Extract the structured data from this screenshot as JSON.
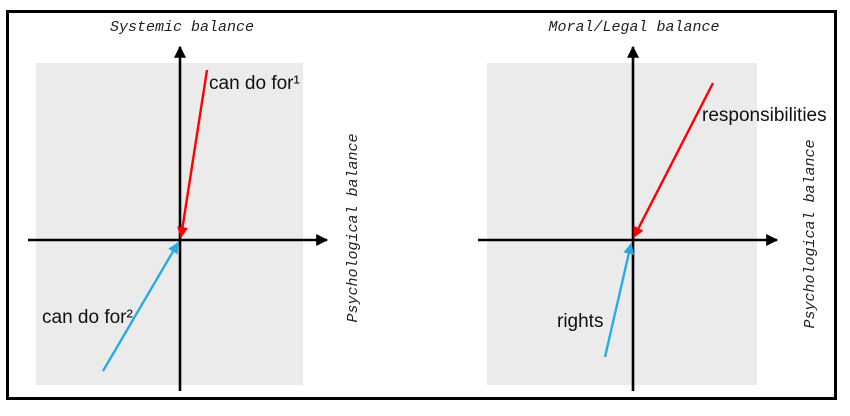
{
  "colors": {
    "axis": "#000000",
    "red": "#ff0000",
    "blue": "#29abe2",
    "quadrant": "#ebebeb",
    "frame": "#000000"
  },
  "panels": {
    "left": {
      "top_axis_label": "Systemic balance",
      "side_axis_label": "Psychological balance",
      "red_arrow_label": "can do for¹",
      "blue_arrow_label": "can do for²"
    },
    "right": {
      "top_axis_label": "Moral/Legal balance",
      "side_axis_label": "Psychological balance",
      "red_arrow_label": "responsibilities",
      "blue_arrow_label": "rights"
    }
  }
}
